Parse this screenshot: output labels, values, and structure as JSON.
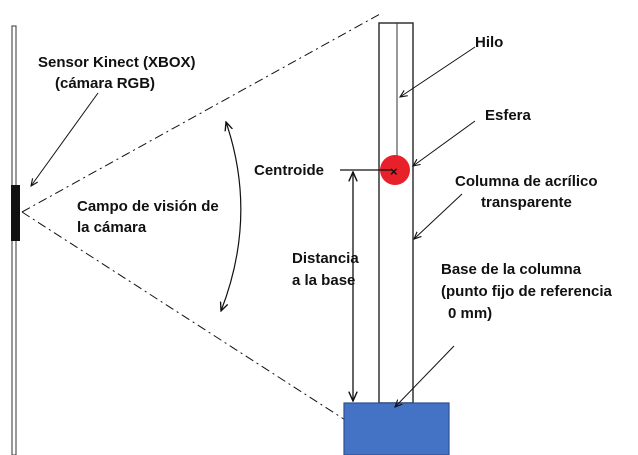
{
  "labels": {
    "sensor_line1": "Sensor Kinect (XBOX)",
    "sensor_line2": "(cámara RGB)",
    "field_line1": "Campo de visión de",
    "field_line2": "la cámara",
    "hilo": "Hilo",
    "esfera": "Esfera",
    "centroide": "Centroide",
    "column_line1": "Columna de acrílico",
    "column_line2": "transparente",
    "distance_line1": "Distancia",
    "distance_line2": "a la base",
    "base_line1": "Base de  la columna",
    "base_line2": "(punto fijo de referencia",
    "base_line3": "0 mm)",
    "centroid_marker": "×"
  },
  "colors": {
    "sphere": "#e8202a",
    "base_fill": "#4472c4",
    "base_stroke": "#2f528f",
    "line": "#111111",
    "wall": "#555555",
    "sensor": "#111111"
  }
}
